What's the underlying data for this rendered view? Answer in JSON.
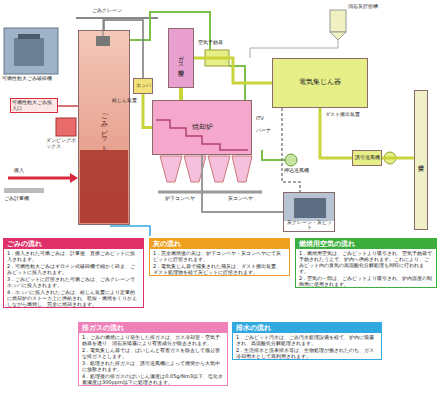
{
  "diagram": {
    "nodes": [
      {
        "text": [
          "ごみピット"
        ]
      },
      {
        "text": [
          "ホッパ"
        ]
      },
      {
        "text": [
          "焼却炉"
        ]
      },
      {
        "text": [
          "ガス冷却室"
        ]
      },
      {
        "text": [
          "電気集じん器"
        ]
      },
      {
        "text": [
          "誘引送風機"
        ]
      },
      {
        "text": [
          "煙突"
        ]
      },
      {
        "text": [
          "灰クレーン・灰ピット"
        ]
      },
      {
        "text": [
          "ごみの流れ",
          "1．搬入された可燃ごみは、計量後、直接ごみピットに投入されます。",
          "2．可燃性粗大ごみはギロチン式破砕機で細かく砕き、ごみピットに投入されます。",
          "3．ごみピットに貯留された可燃ごみは、ごみクレーンでホッパに投入されます。",
          "4．ホッパに投入されたごみは、給じん装置により定量的に焼却炉のストーカ上に供給され、乾燥・燃焼をくりかえしながら燃焼し、完全に焼却されます。"
        ]
      },
      {
        "text": [
          "灰の流れ",
          "1．完全燃焼後の灰は、炉下コンベヤ・灰コンベヤにて灰ピットに貯留されます。",
          "2．電気集じん器で捕集された飛灰は、ダスト搬出装置、ダスト処理物を経て灰ピットに貯留されます。"
        ]
      },
      {
        "text": [
          "燃焼用空気の流れ",
          "1．燃焼用空気は、ごみピットより吸引され、空気予熱器で予熱されたうえで、炉内へ供給されます。これにより、ごみピット内の臭気の高温酸化分解処理も同時に行われます。",
          "2．空気の一部は、ごみピットより吸引され、炉内温度の制御用に使用されます。"
        ]
      },
      {
        "text": [
          "排ガスの流れ",
          "1．ごみの燃焼により発生した排ガスは、ガス冷却室・空気予熱器を通り、消石灰噴霧により有害成分が除去されます。",
          "2．電気集じん器では、ばいじんと有害ガスを除去して低公害な排ガスとします。",
          "3．処理された排ガスは、誘引送風機によって煙突から大気中に放散されます。",
          "4．処理後の排ガスのばいじん濃度は0.05g/Nm3以下、塩化水素濃度は300ppm以下に処理されます。"
        ]
      },
      {
        "text": [
          "排水の流れ",
          "1．ごみピット汚水は、ごみ汚水処理設備を経て、炉内に噴霧され、高温酸化分解処理されます。",
          "2．生活排水と洗車排水等は、生物処理が施されたのち、ガス冷却用水として再利用されます。"
        ]
      }
    ],
    "edges": [
      {
        "from": 0,
        "to": 1,
        "arrow": "none"
      },
      {
        "from": 1,
        "to": 2,
        "arrow": "none"
      },
      {
        "from": 2,
        "to": 3,
        "arrow": "none"
      },
      {
        "from": 3,
        "to": 4,
        "arrow": "none"
      },
      {
        "from": 4,
        "to": 5,
        "arrow": "none"
      },
      {
        "from": 5,
        "to": 6,
        "arrow": "none"
      },
      {
        "from": 2,
        "to": 7,
        "arrow": "none"
      }
    ],
    "labels": [
      "ごみクレーン",
      "可燃性粗大ごみ破砕機",
      "可燃性粗大ごみ投入口",
      "ダンピングボックス",
      "搬入",
      "ごみ計量機",
      "給じん装置",
      "ITV",
      "バーナ",
      "炉下コンベヤ",
      "灰コンベヤ",
      "押込送風機",
      "ダスト搬出装置",
      "消石灰貯留槽",
      "空気予熱器"
    ]
  }
}
